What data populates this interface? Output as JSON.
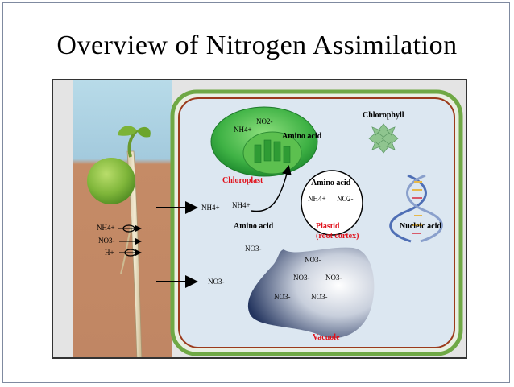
{
  "slide": {
    "title": "Overview of  Nitrogen Assimilation"
  },
  "diagram": {
    "labels": {
      "chloroplast": "Chloroplast",
      "chloroplast_amino": "Amino acid",
      "chloroplast_nh4": "NH4+",
      "chloroplast_no2": "NO2-",
      "chlorophyll": "Chlorophyll",
      "plastid_amino": "Amino acid",
      "plastid_nh4": "NH4+",
      "plastid_no2": "NO2-",
      "plastid": "Plastid",
      "root_cortex": "(root cortex)",
      "nucleic_acid": "Nucleic acid",
      "cell_nh4_a": "NH4+",
      "cell_nh4_b": "NH4+",
      "cell_amino": "Amino acid",
      "cell_no3_a": "NO3-",
      "cell_no3_b": "NO3-",
      "vacuole": "Vacuole",
      "vac_no3_1": "NO3-",
      "vac_no3_2": "NO3-",
      "vac_no3_3": "NO3-",
      "vac_no3_4": "NO3-",
      "vac_no3_5": "NO3-",
      "root_nh4": "NH4+",
      "root_no3": "NO3-",
      "root_h": "H+"
    },
    "colors": {
      "cell_wall": "#6fa845",
      "membrane": "#9b3a1c",
      "cytoplasm": "#dfe8f2",
      "chloroplast": "#3fae3f",
      "highlight_red": "#e0101a",
      "soil": "#c98f6a",
      "sky": "#a9cfe0"
    }
  }
}
